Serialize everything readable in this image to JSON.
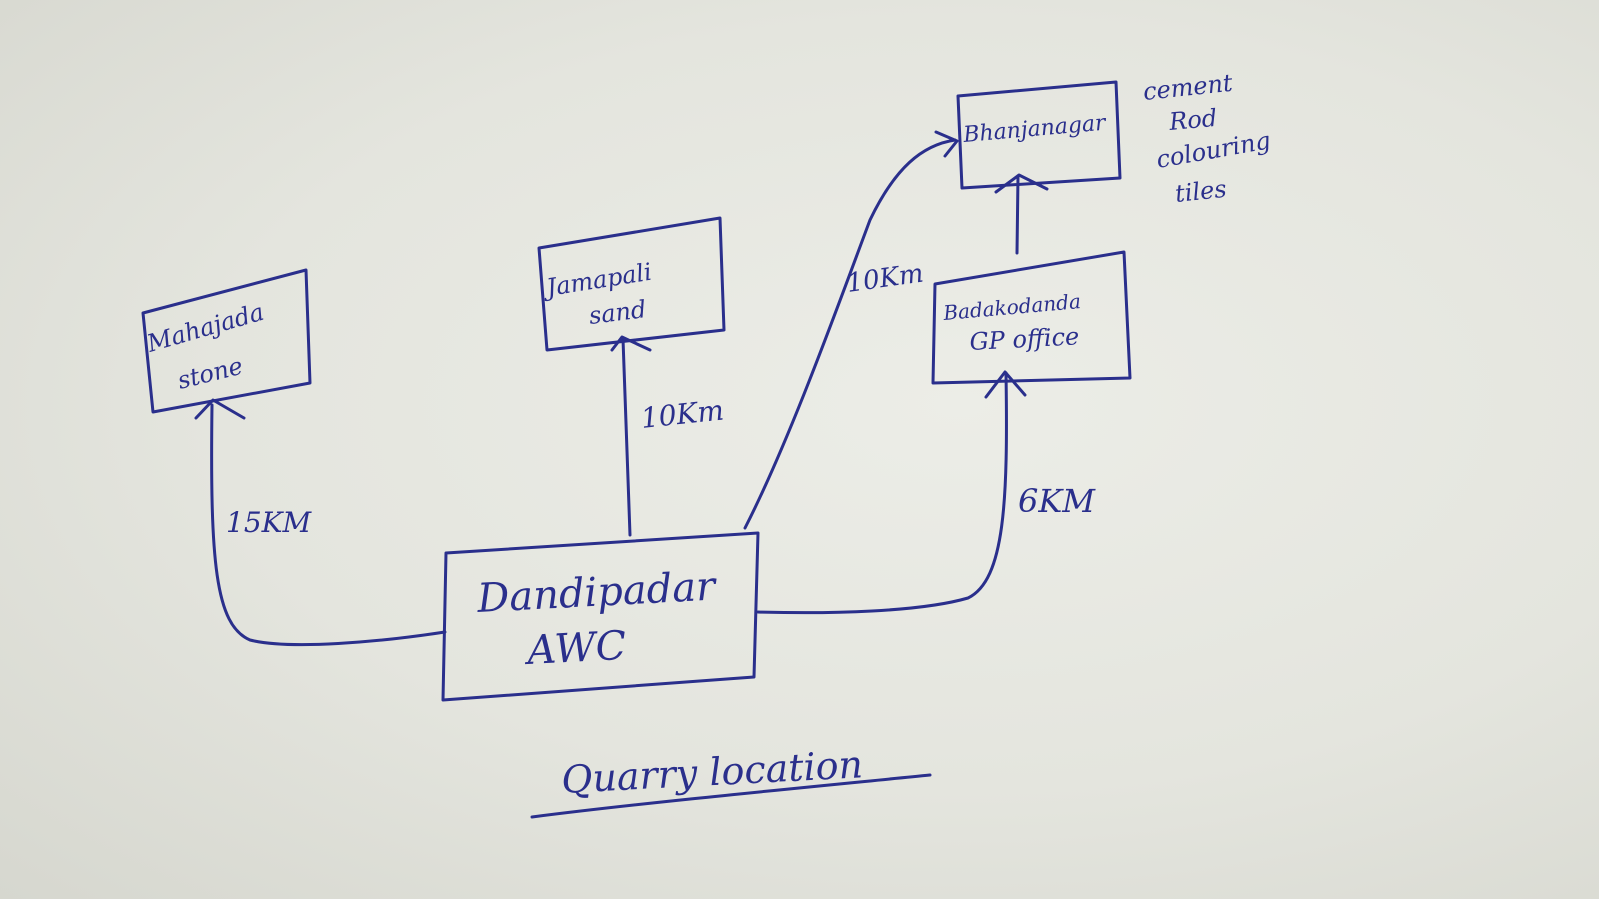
{
  "diagram": {
    "title": "Quarry location",
    "center": {
      "line1": "Dandipadar",
      "line2": "AWC"
    },
    "nodes": {
      "mahajada": {
        "line1": "Mahajada",
        "line2": "stone"
      },
      "jamapali": {
        "line1": "Jamapali",
        "line2": "sand"
      },
      "bhanjanagar": {
        "label": "Bhanjanagar"
      },
      "badakodanda": {
        "line1": "Badakodanda",
        "line2": "GP office"
      }
    },
    "distances": {
      "to_mahajada": "15KM",
      "to_jamapali": "10Km",
      "to_bhanjanagar": "10Km",
      "to_badakodanda": "6KM"
    },
    "bhanjanagar_note": [
      "cement",
      "Rod",
      "colouring",
      "tiles"
    ],
    "ink_color": "#2a2f8c"
  }
}
